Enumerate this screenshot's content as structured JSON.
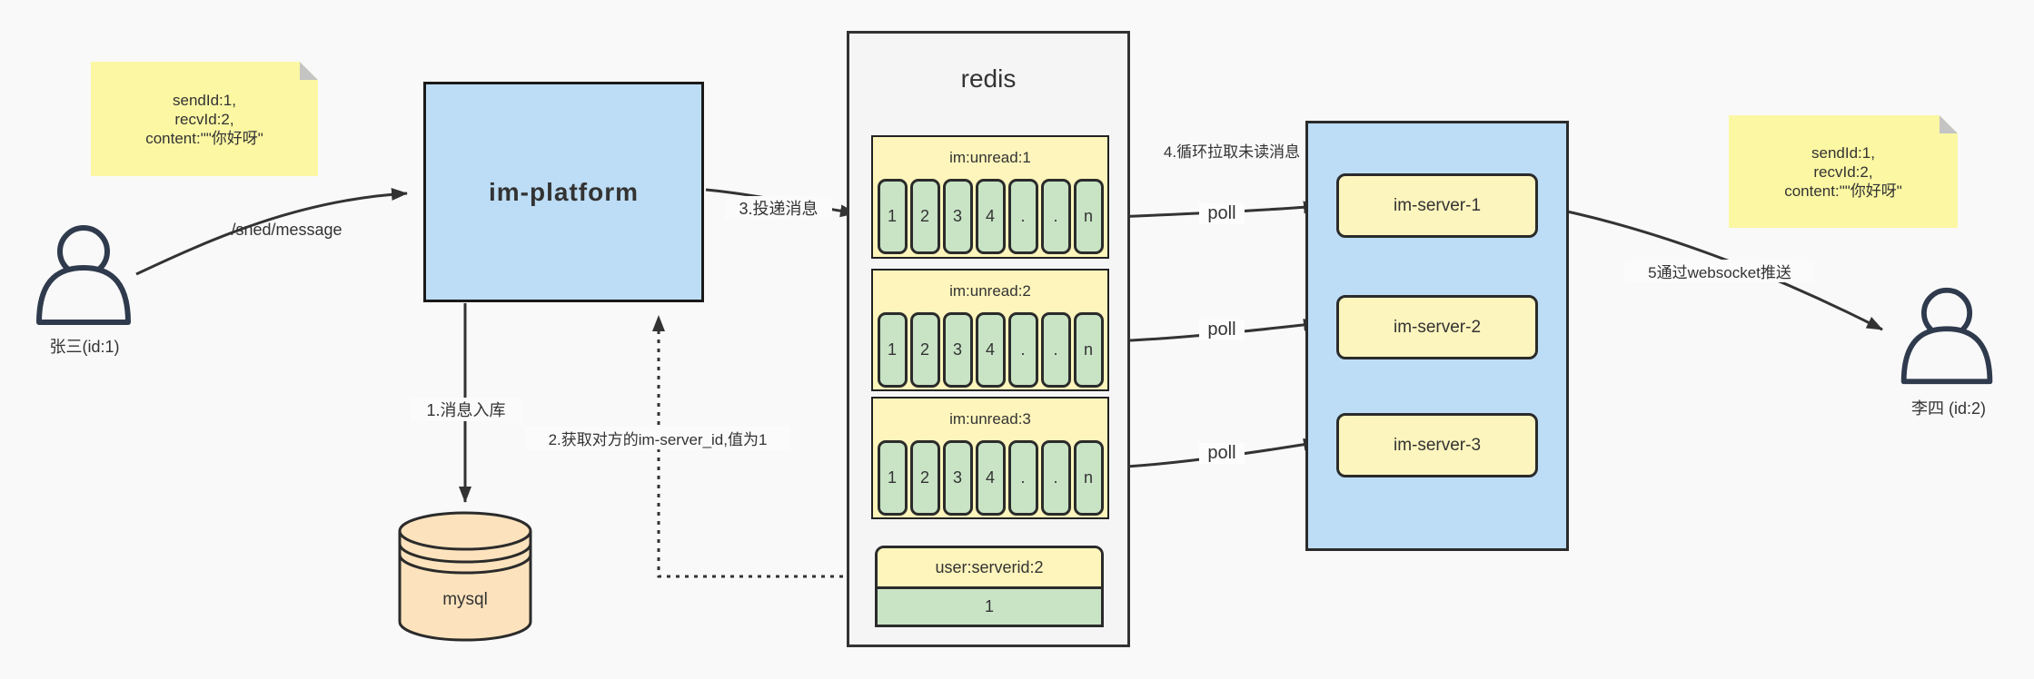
{
  "colors": {
    "background": "#f9f9f9",
    "stroke": "#333333",
    "note_yellow": "#fbf7a3",
    "header_yellow": "#fdf5bb",
    "cell_green": "#c8e4c5",
    "box_blue": "#bcddf5",
    "db_tan": "#fce3bd",
    "container_gray": "#f5f5f5",
    "person_stroke": "#2f3a4d"
  },
  "sender": {
    "name": "张三(id:1)",
    "note_lines": [
      "sendId:1,",
      "recvId:2,",
      "content:\"\"你好呀\""
    ]
  },
  "receiver": {
    "name": "李四 (id:2)",
    "note_lines": [
      "sendId:1,",
      "recvId:2,",
      "content:\"\"你好呀\""
    ]
  },
  "platform": {
    "label": "im-platform"
  },
  "database": {
    "label": "mysql"
  },
  "redis": {
    "title": "redis",
    "queues": [
      {
        "header": "im:unread:1",
        "cells": [
          "1",
          "2",
          "3",
          "4",
          ".",
          ".",
          "n"
        ]
      },
      {
        "header": "im:unread:2",
        "cells": [
          "1",
          "2",
          "3",
          "4",
          ".",
          ".",
          "n"
        ]
      },
      {
        "header": "im:unread:3",
        "cells": [
          "1",
          "2",
          "3",
          "4",
          ".",
          ".",
          "n"
        ]
      }
    ],
    "kv": {
      "header": "user:serverid:2",
      "value": "1"
    }
  },
  "servers": [
    {
      "label": "im-server-1"
    },
    {
      "label": "im-server-2"
    },
    {
      "label": "im-server-3"
    }
  ],
  "edges": {
    "send": "/sned/message",
    "step1": "1.消息入库",
    "step2": "2.获取对方的im-server_id,值为1",
    "step3": "3.投递消息",
    "step4": "4.循环拉取未读消息",
    "step5": "5通过websocket推送",
    "poll": "poll"
  }
}
